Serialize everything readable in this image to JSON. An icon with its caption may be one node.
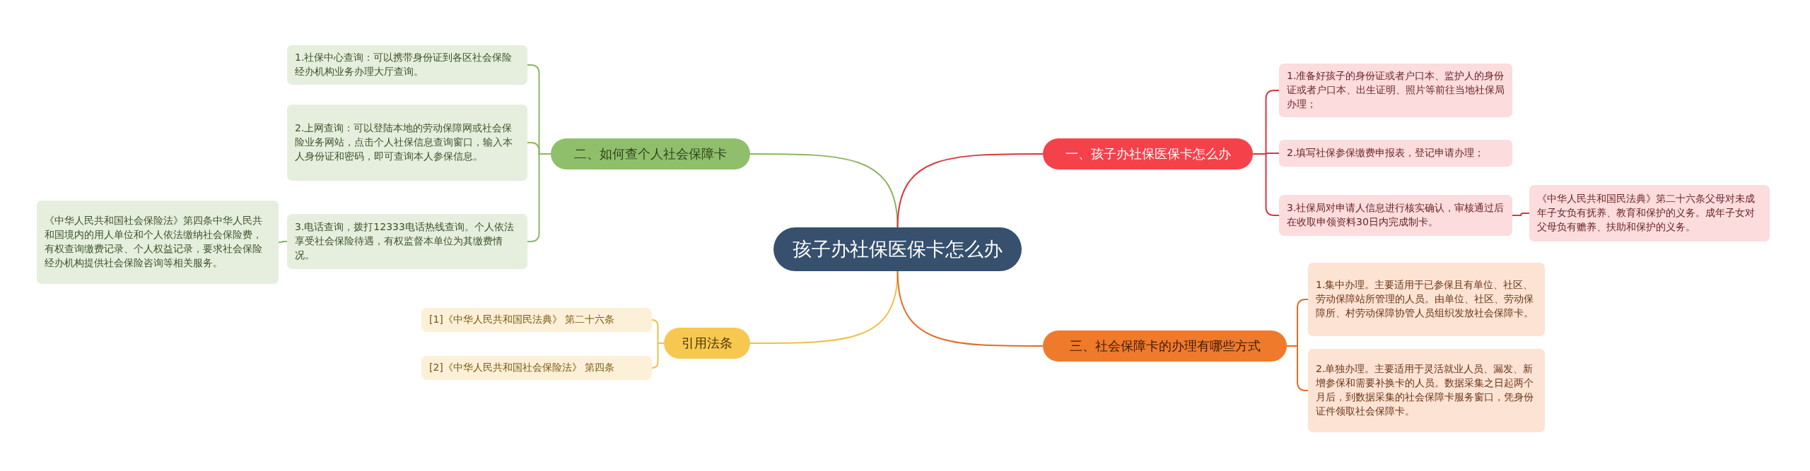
{
  "diagram": {
    "nodes": [
      {
        "text": [
          "孩子办社保医保卡怎么办"
        ]
      },
      {
        "text": [
          "二、如何查个人社会保障卡"
        ]
      },
      {
        "text": [
          "1.社保中心查询：可以携带身份证到各区社会保险经办机构业务办理大厅查询。"
        ]
      },
      {
        "text": [
          "2.上网查询：可以登陆本地的劳动保障网或社会保险业务网站，点击个人社保信息查询窗口，输入本人身份证和密码，即可查询本人参保信息。"
        ]
      },
      {
        "text": [
          "3.电话查询，拨打12333电话热线查询。个人依法享受社会保险待遇，有权监督本单位为其缴费情况。"
        ]
      },
      {
        "text": [
          "《中华人民共和国社会保险法》第四条中华人民共和国境内的用人单位和个人依法缴纳社会保险费，有权查询缴费记录、个人权益记录，要求社会保险经办机构提供社会保险咨询等相关服务。"
        ]
      },
      {
        "text": [
          "引用法条"
        ]
      },
      {
        "text": [
          "[1]《中华人民共和国民法典》 第二十六条"
        ]
      },
      {
        "text": [
          "[2]《中华人民共和国社会保险法》 第四条"
        ]
      },
      {
        "text": [
          "一、孩子办社保医保卡怎么办"
        ]
      },
      {
        "text": [
          "1.准备好孩子的身份证或者户口本、监护人的身份证或者户口本、出生证明、照片等前往当地社保局办理；"
        ]
      },
      {
        "text": [
          "2.填写社保参保缴费申报表，登记申请办理；"
        ]
      },
      {
        "text": [
          "3.社保局对申请人信息进行核实确认，审核通过后在收取申领资料30日内完成制卡。"
        ]
      },
      {
        "text": [
          "《中华人民共和国民法典》第二十六条父母对未成年子女负有抚养、教育和保护的义务。成年子女对父母负有赡养、扶助和保护的义务。"
        ]
      },
      {
        "text": [
          "三、社会保障卡的办理有哪些方式"
        ]
      },
      {
        "text": [
          "1.集中办理。主要适用于已参保且有单位、社区、劳动保障站所管理的人员。由单位、社区、劳动保障所、村劳动保障协管人员组织发放社会保障卡。"
        ]
      },
      {
        "text": [
          "2.单独办理。主要适用于灵活就业人员、漏发、新增参保和需要补换卡的人员。数据采集之日起两个月后，到数据采集的社会保障卡服务窗口，凭身份证件领取社会保障卡。"
        ]
      }
    ],
    "edges": [
      {
        "from": 0,
        "to": 1,
        "arrow": "none",
        "color": "#8db563"
      },
      {
        "from": 1,
        "to": 2,
        "arrow": "none",
        "color": "#8db563"
      },
      {
        "from": 1,
        "to": 3,
        "arrow": "none",
        "color": "#8db563"
      },
      {
        "from": 1,
        "to": 4,
        "arrow": "none",
        "color": "#8db563"
      },
      {
        "from": 4,
        "to": 5,
        "arrow": "none",
        "color": "#8db563"
      },
      {
        "from": 0,
        "to": 6,
        "arrow": "none",
        "color": "#ecc24a"
      },
      {
        "from": 6,
        "to": 7,
        "arrow": "none",
        "color": "#ecc24a"
      },
      {
        "from": 6,
        "to": 8,
        "arrow": "none",
        "color": "#ecc24a"
      },
      {
        "from": 0,
        "to": 9,
        "arrow": "none",
        "color": "#d9363e"
      },
      {
        "from": 9,
        "to": 10,
        "arrow": "none",
        "color": "#d9363e"
      },
      {
        "from": 9,
        "to": 11,
        "arrow": "none",
        "color": "#d9363e"
      },
      {
        "from": 9,
        "to": 12,
        "arrow": "none",
        "color": "#d9363e"
      },
      {
        "from": 12,
        "to": 13,
        "arrow": "none",
        "color": "#d9363e"
      },
      {
        "from": 0,
        "to": 14,
        "arrow": "none",
        "color": "#e06c22"
      },
      {
        "from": 14,
        "to": 15,
        "arrow": "none",
        "color": "#e06c22"
      },
      {
        "from": 14,
        "to": 16,
        "arrow": "none",
        "color": "#e06c22"
      }
    ]
  }
}
